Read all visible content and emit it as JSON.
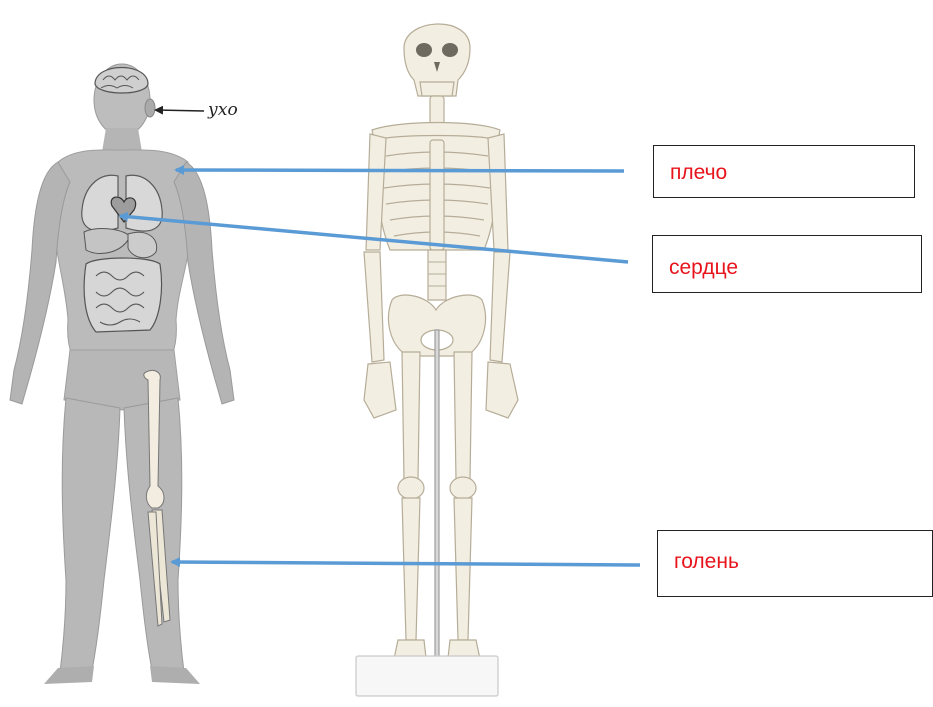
{
  "labels": {
    "ear": "ухо",
    "shoulder": "плечо",
    "heart": "сердце",
    "shin": "голень"
  },
  "colors": {
    "label_text": "#e8141c",
    "arrow": "#5b9bd5",
    "box_border": "#222222",
    "body_fill": "#b9b9b9",
    "body_shadow": "#9a9a9a",
    "bone_fill": "#f3eee2",
    "bone_stroke": "#b6ad98",
    "organ_fill": "#d2d2d2",
    "organ_stroke": "#5a5a5a",
    "handwriting": "#222222"
  }
}
